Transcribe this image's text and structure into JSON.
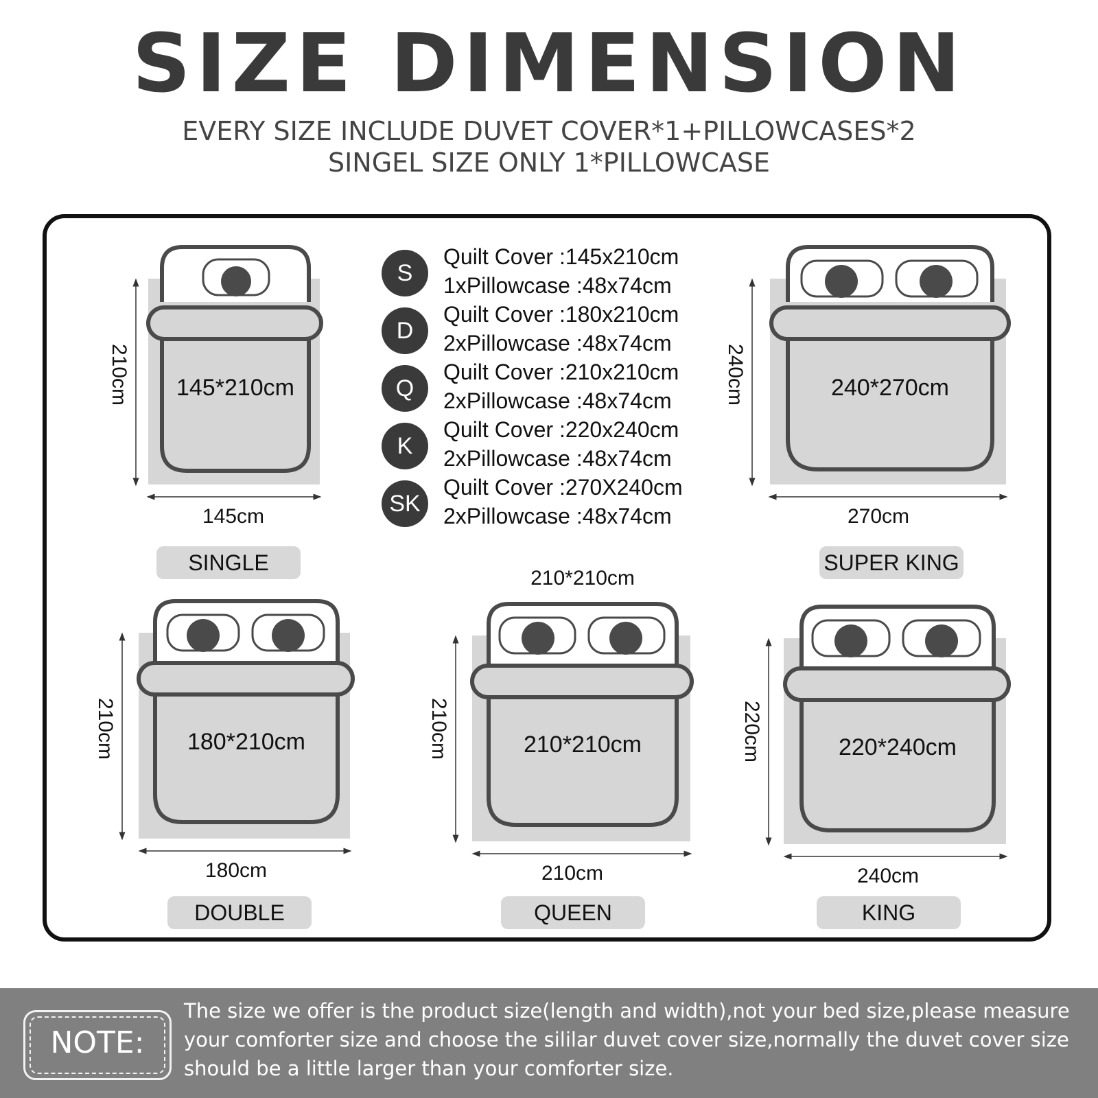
{
  "header": {
    "title": "SIZE DIMENSION",
    "line1": "EVERY SIZE INCLUDE DUVET COVER*1+PILLOWCASES*2",
    "line2": "SINGEL SIZE ONLY 1*PILLOWCASE"
  },
  "legend": [
    {
      "badge": "S",
      "quilt": "Quilt Cover :145x210cm",
      "pillow": "1xPillowcase :48x74cm"
    },
    {
      "badge": "D",
      "quilt": "Quilt Cover :180x210cm",
      "pillow": "2xPillowcase :48x74cm"
    },
    {
      "badge": "Q",
      "quilt": "Quilt Cover :210x210cm",
      "pillow": "2xPillowcase :48x74cm"
    },
    {
      "badge": "K",
      "quilt": "Quilt Cover :220x240cm",
      "pillow": "2xPillowcase :48x74cm"
    },
    {
      "badge": "SK",
      "quilt": "Quilt Cover :270X240cm",
      "pillow": "2xPillowcase :48x74cm"
    }
  ],
  "beds": {
    "single": {
      "label": "SINGLE",
      "size": "145*210cm",
      "width": "145cm",
      "height": "210cm"
    },
    "super_king": {
      "label": "SUPER KING",
      "size": "240*270cm",
      "width": "270cm",
      "height": "240cm"
    },
    "double": {
      "label": "DOUBLE",
      "size": "180*210cm",
      "width": "180cm",
      "height": "210cm"
    },
    "queen": {
      "label": "QUEEN",
      "size": "210*210cm",
      "top": "210*210cm",
      "width": "210cm",
      "height": "210cm"
    },
    "king": {
      "label": "KING",
      "size": "220*240cm",
      "width": "240cm",
      "height": "220cm"
    }
  },
  "note": {
    "label": "NOTE:",
    "text": "The size we offer is the product size(length and width),not your bed size,please measure your comforter size and choose the sililar duvet cover size,normally the duvet cover size should be a little larger than your comforter size."
  },
  "colors": {
    "quilt_fill": "#d6d6d6",
    "outline": "#4a4a4a",
    "note_bar": "#808080"
  }
}
